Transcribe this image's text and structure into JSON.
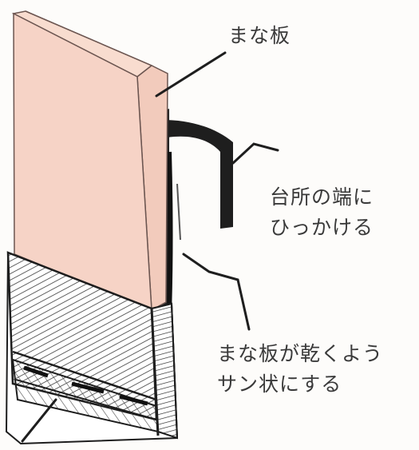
{
  "labels": {
    "cutting_board": "まな板",
    "hook_line1": "台所の端に",
    "hook_line2": "ひっかける",
    "dry_line1": "まな板が乾くよう",
    "dry_line2": "サン状にする"
  },
  "colors": {
    "board_front": "#f6d3c6",
    "board_side": "#f2cbbc",
    "board_top": "#f8dccf",
    "ink": "#1e1e1e",
    "hatch": "#3a3a3a",
    "label_text": "#3a3a3a"
  }
}
